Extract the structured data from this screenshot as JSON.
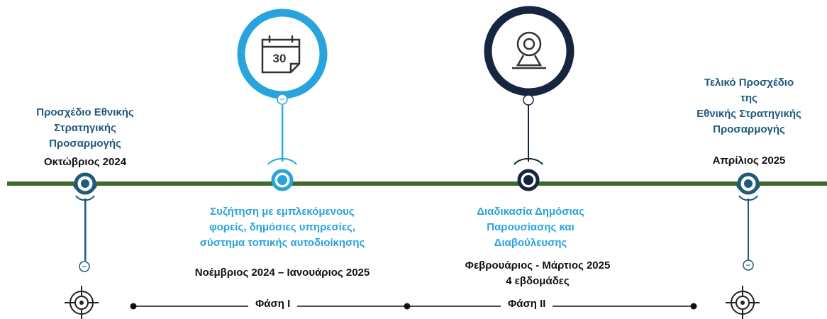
{
  "colors": {
    "timeline": "#3d6a2b",
    "dark_blue": "#1f5a7a",
    "light_blue": "#29a3dc",
    "navy": "#17263f",
    "text": "#111111"
  },
  "milestones": [
    {
      "title_lines": [
        "Προσχέδιο Εθνικής",
        "Στρατηγικής",
        "Προσαρμογής"
      ],
      "date": "Οκτώβριος 2024",
      "icon": "target-icon"
    },
    {
      "title_lines": [
        "Συζήτηση  με εμπλεκόμενους",
        "φορείς,  δημόσιες υπηρεσίες,",
        "σύστημα τοπικής  αυτοδιοίκησης"
      ],
      "date": "Νοέμβριος 2024 – Ιανουάριος 2025",
      "icon": "calendar-icon",
      "icon_text": "30"
    },
    {
      "title_lines": [
        "Διαδικασία Δημόσιας",
        "Παρουσίασης και",
        "Διαβούλευσης"
      ],
      "date": "Φεβρουάριος - Μάρτιος 2025",
      "duration": "4 εβδομάδες",
      "icon": "webcam-icon"
    },
    {
      "title_lines": [
        "Τελικό Προσχέδιο",
        "της",
        "Εθνικής Στρατηγικής",
        "Προσαρμογής"
      ],
      "date": "Απρίλιος 2025",
      "icon": "target-icon"
    }
  ],
  "phases": [
    "Φάση Ι",
    "Φάση ΙΙ"
  ]
}
